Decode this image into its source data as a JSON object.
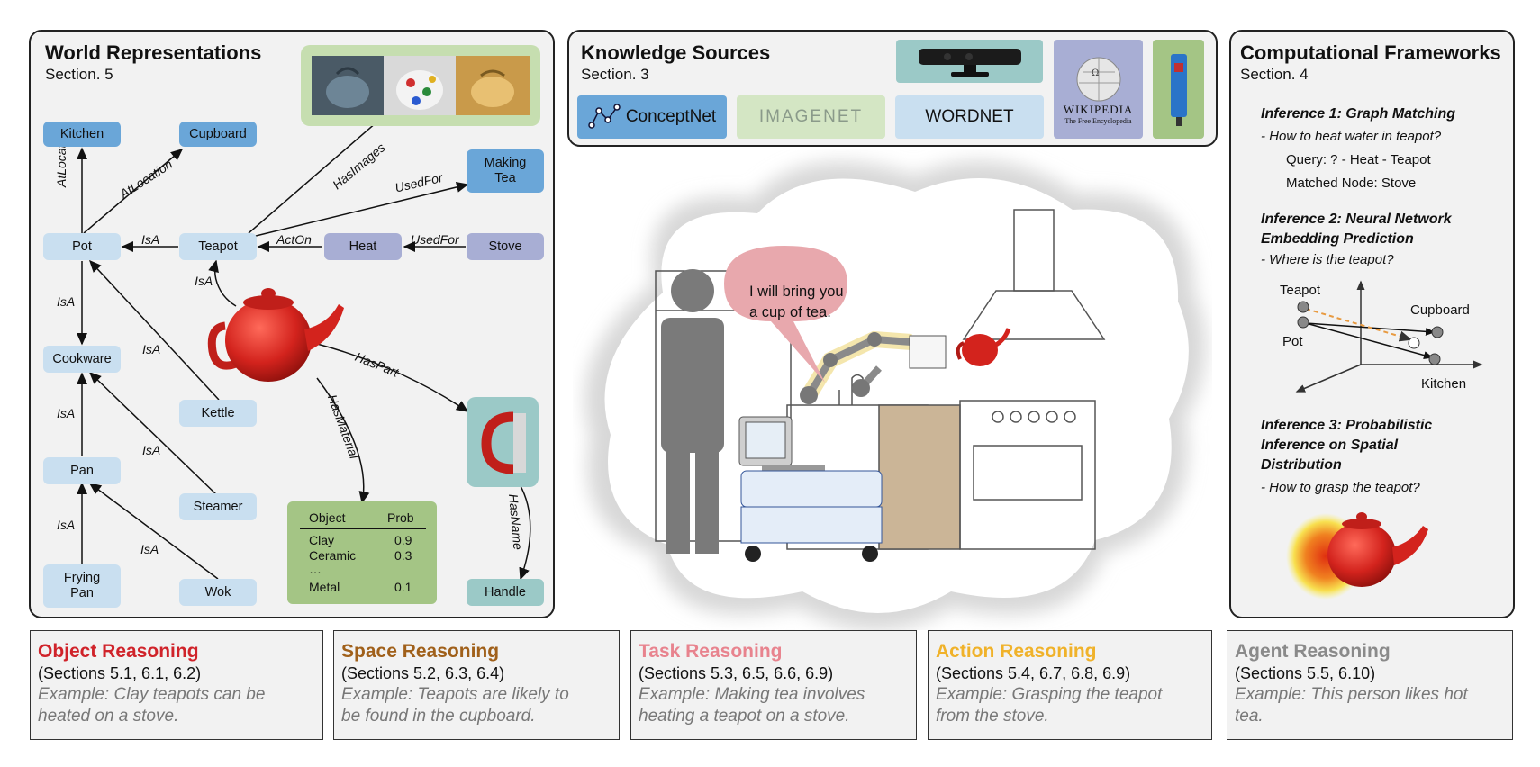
{
  "world": {
    "title": "World Representations",
    "section": "Section. 5",
    "nodes": {
      "kitchen": "Kitchen",
      "cupboard": "Cupboard",
      "making_tea": "Making\nTea",
      "pot": "Pot",
      "teapot": "Teapot",
      "heat": "Heat",
      "stove": "Stove",
      "cookware": "Cookware",
      "kettle": "Kettle",
      "pan": "Pan",
      "steamer": "Steamer",
      "frying_pan": "Frying\nPan",
      "wok": "Wok",
      "handle": "Handle"
    },
    "edges": {
      "at_location_1": "AtLocation",
      "at_location_2": "AtLocation",
      "has_images": "HasImages",
      "used_for_1": "UsedFor",
      "used_for_2": "UsedFor",
      "isa_pot": "IsA",
      "act_on": "ActOn",
      "isa_teapot": "IsA",
      "isa_cookware": "IsA",
      "isa_kettle": "IsA",
      "isa_pan": "IsA",
      "isa_steamer": "IsA",
      "isa_frying": "IsA",
      "isa_wok": "IsA",
      "has_part": "HasPart",
      "has_material": "HasMaterial",
      "has_name": "HasName"
    },
    "prob_table": {
      "headers": [
        "Object",
        "Prob"
      ],
      "rows": [
        {
          "object": "Clay",
          "prob": "0.9"
        },
        {
          "object": "Ceramic",
          "prob": "0.3"
        },
        {
          "object": "…",
          "prob": ""
        },
        {
          "object": "Metal",
          "prob": "0.1"
        }
      ]
    }
  },
  "knowledge": {
    "title": "Knowledge Sources",
    "section": "Section. 3",
    "sources": {
      "conceptnet": "ConceptNet",
      "imagenet": "IMAGENET",
      "wordnet": "WORDNET",
      "wikipedia": "WIKIPEDIA",
      "wikipedia_sub": "The Free Encyclopedia"
    }
  },
  "scene": {
    "speech": "I will bring you\na cup of tea."
  },
  "frameworks": {
    "title": "Computational Frameworks",
    "section": "Section. 4",
    "inf1_title": "Inference 1: Graph Matching",
    "inf1_q": "- How to heat water in teapot?",
    "inf1_query": "Query:  ? - Heat - Teapot",
    "inf1_match": "Matched Node: Stove",
    "inf2_title": "Inference 2: Neural Network\nEmbedding Prediction",
    "inf2_q": "- Where is the teapot?",
    "emb": {
      "teapot": "Teapot",
      "pot": "Pot",
      "cupboard": "Cupboard",
      "kitchen": "Kitchen"
    },
    "inf3_title": "Inference 3: Probabilistic\nInference on Spatial\nDistribution",
    "inf3_q": "- How to grasp the teapot?"
  },
  "reasoning": [
    {
      "title": "Object Reasoning",
      "color": "#d0232a",
      "sections": "(Sections 5.1, 6.1, 6.2)",
      "example": "Example: Clay teapots can be\nheated on a stove."
    },
    {
      "title": "Space Reasoning",
      "color": "#a0601a",
      "sections": "(Sections 5.2, 6.3, 6.4)",
      "example": "Example: Teapots are likely to\nbe found in the cupboard."
    },
    {
      "title": "Task Reasoning",
      "color": "#e8838e",
      "sections": "(Sections 5.3, 6.5, 6.6, 6.9)",
      "example": "Example: Making tea involves\nheating a teapot on a stove."
    },
    {
      "title": "Action Reasoning",
      "color": "#f0b22a",
      "sections": "(Sections 5.4, 6.7, 6.8, 6.9)",
      "example": "Example: Grasping the teapot\nfrom the stove."
    },
    {
      "title": "Agent Reasoning",
      "color": "#8a8a8a",
      "sections": "(Sections 5.5, 6.10)",
      "example": "Example: This person likes hot\ntea."
    }
  ]
}
